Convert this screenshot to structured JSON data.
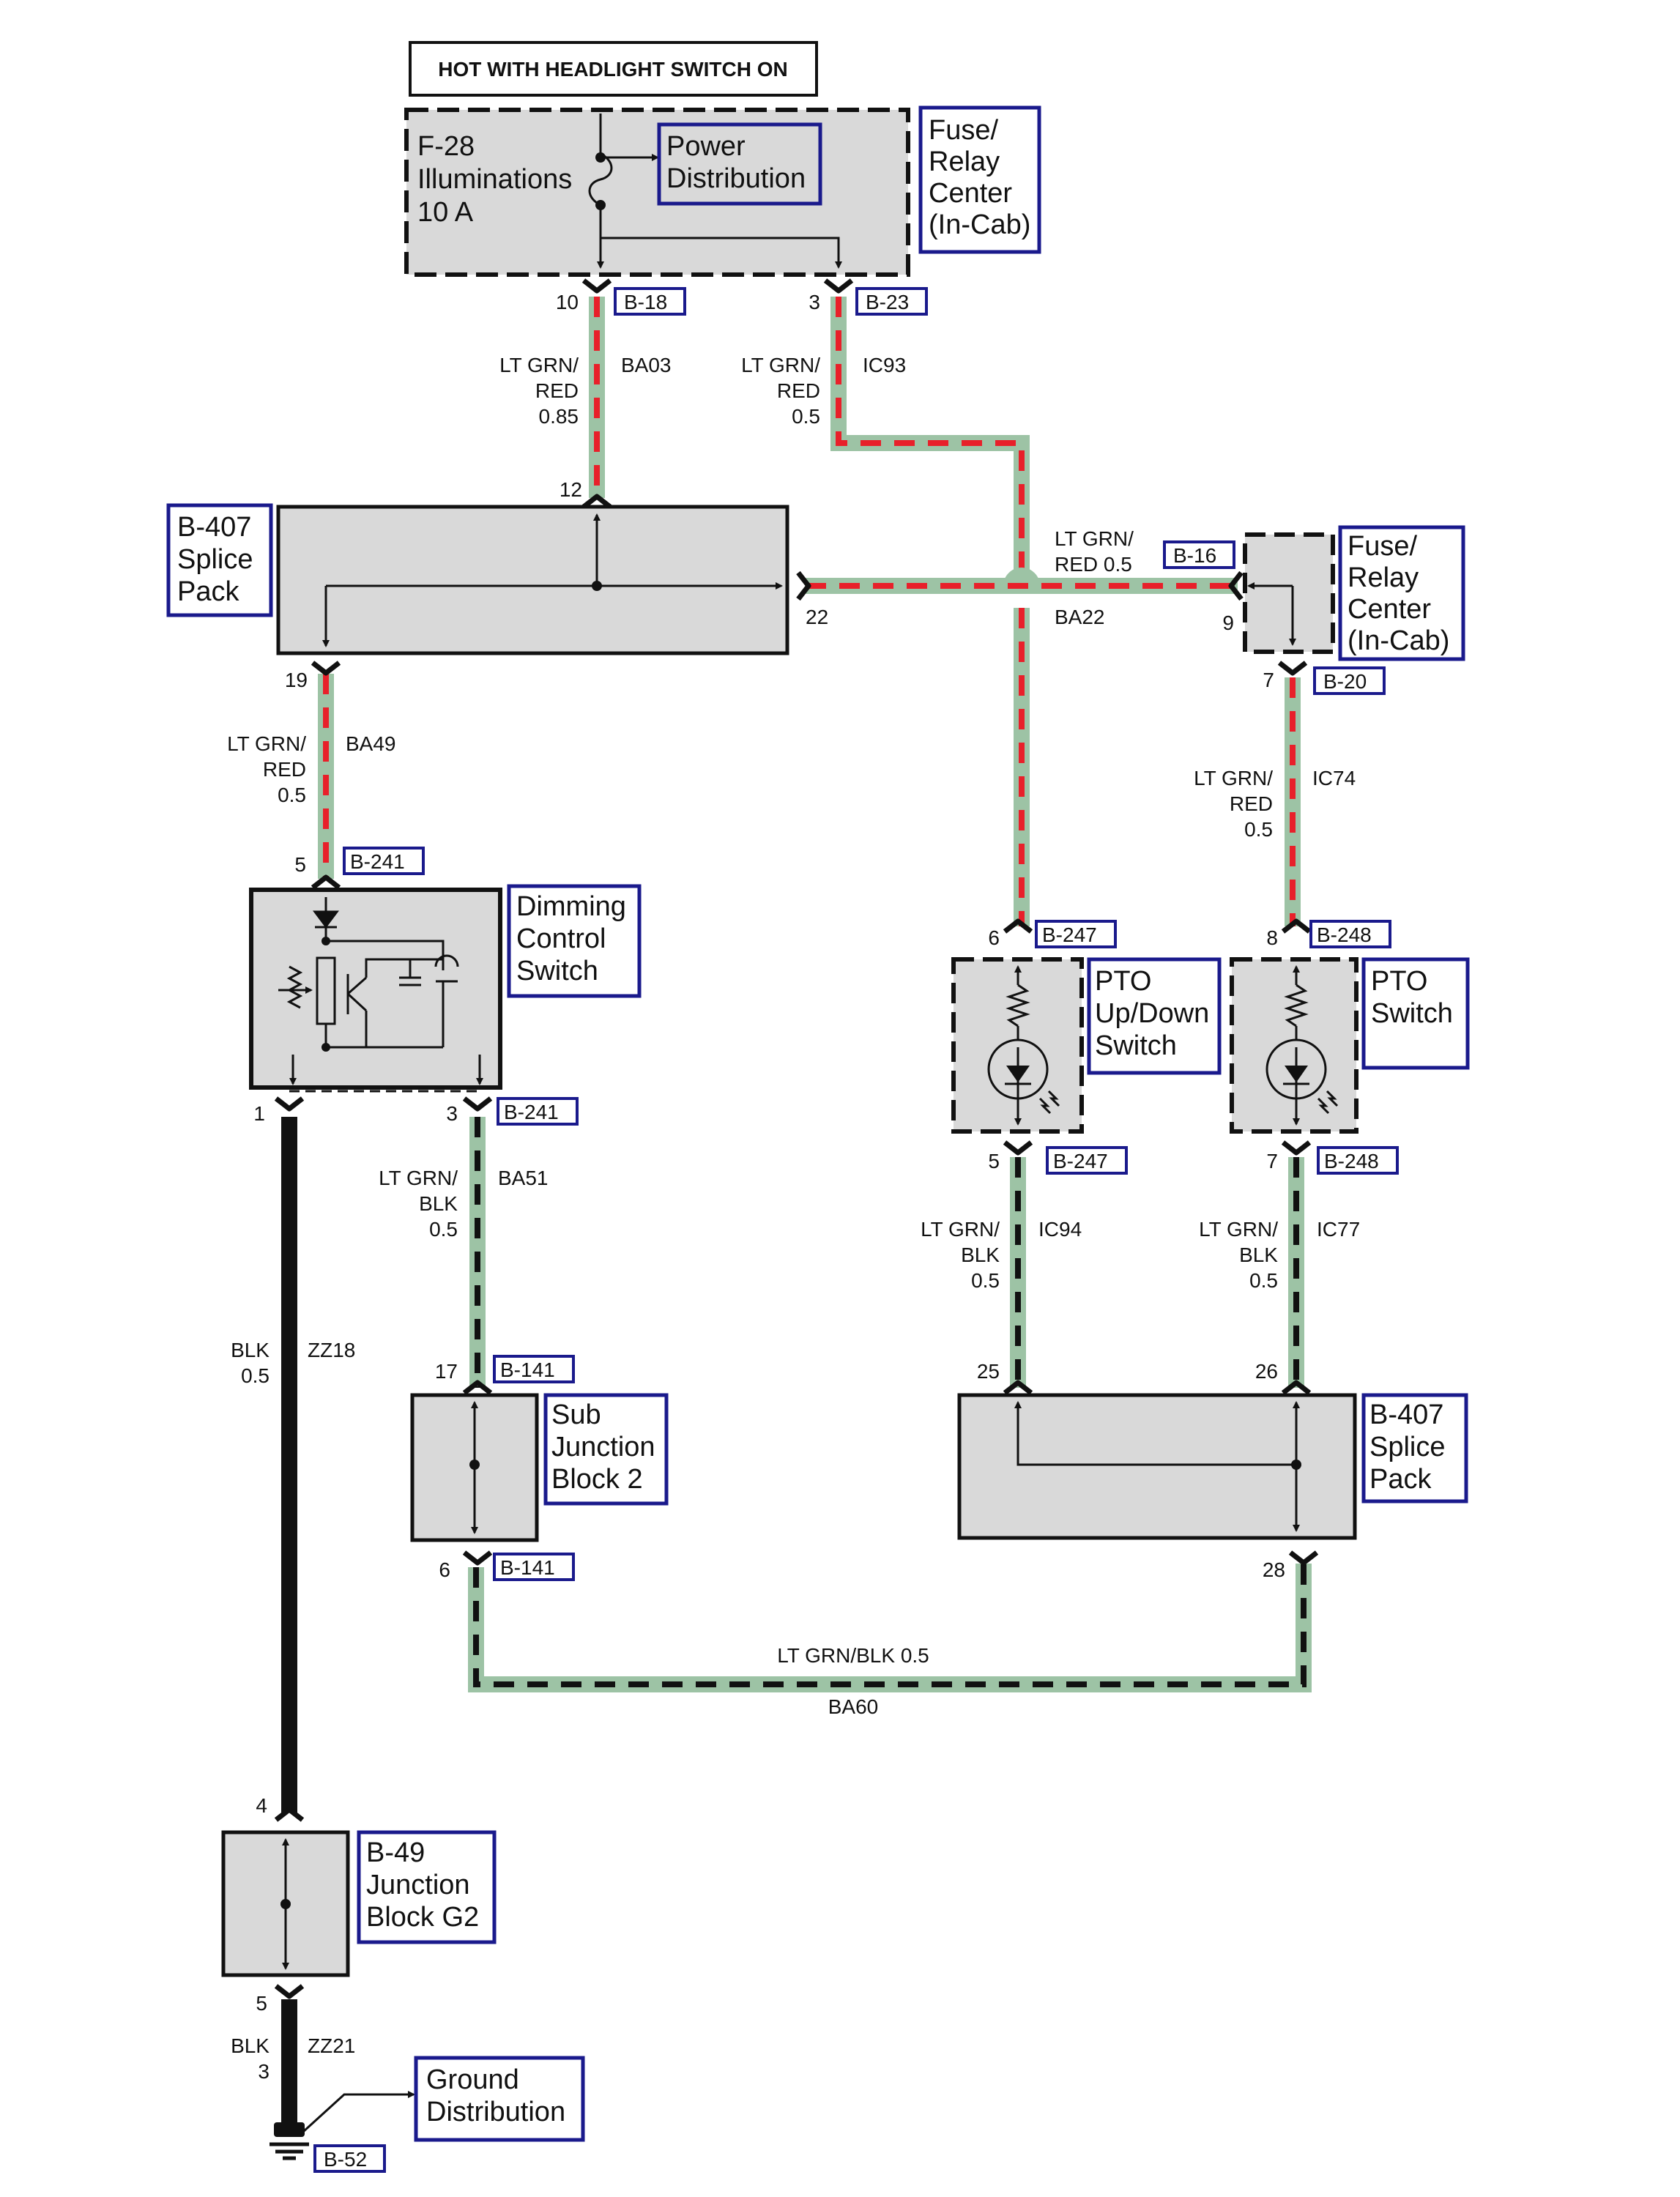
{
  "header": "HOT WITH HEADLIGHT SWITCH ON",
  "fuse": {
    "name": "F-28",
    "desc": "Illuminations",
    "rating": "10 A"
  },
  "components": {
    "power_distribution": [
      "Power",
      "Distribution"
    ],
    "fuse_relay_center_top": [
      "Fuse/",
      "Relay",
      "Center",
      "(In-Cab)"
    ],
    "splice_pack_top": [
      "B-407",
      "Splice",
      "Pack"
    ],
    "fuse_relay_center_right": [
      "Fuse/",
      "Relay",
      "Center",
      "(In-Cab)"
    ],
    "dimming_switch": [
      "Dimming",
      "Control",
      "Switch"
    ],
    "pto_updown": [
      "PTO",
      "Up/Down",
      "Switch"
    ],
    "pto_switch": [
      "PTO",
      "Switch"
    ],
    "sub_junction": [
      "Sub",
      "Junction",
      "Block 2"
    ],
    "splice_pack_bottom": [
      "B-407",
      "Splice",
      "Pack"
    ],
    "junction_g2": [
      "B-49",
      "Junction",
      "Block G2"
    ],
    "ground_distribution": [
      "Ground",
      "Distribution"
    ]
  },
  "connectors": {
    "b18": "B-18",
    "b23": "B-23",
    "b16": "B-16",
    "b20": "B-20",
    "b241a": "B-241",
    "b241b": "B-241",
    "b247a": "B-247",
    "b247b": "B-247",
    "b248a": "B-248",
    "b248b": "B-248",
    "b141a": "B-141",
    "b141b": "B-141",
    "b52": "B-52"
  },
  "pins": {
    "p10": "10",
    "p3a": "3",
    "p12": "12",
    "p22": "22",
    "p9": "9",
    "p19": "19",
    "p7a": "7",
    "p5a": "5",
    "p1": "1",
    "p3b": "3",
    "p6a": "6",
    "p8": "8",
    "p5b": "5",
    "p7b": "7",
    "p17": "17",
    "p6b": "6",
    "p25": "25",
    "p26": "26",
    "p28": "28",
    "p4": "4",
    "p5c": "5"
  },
  "wires": {
    "ba03": {
      "color": [
        "LT GRN/",
        "RED",
        "0.85"
      ],
      "circuit": "BA03"
    },
    "ic93": {
      "color": [
        "LT GRN/",
        "RED",
        "0.5"
      ],
      "circuit": "IC93"
    },
    "ba22": {
      "color": [
        "LT GRN/",
        "RED 0.5"
      ],
      "circuit": "BA22"
    },
    "ba49": {
      "color": [
        "LT GRN/",
        "RED",
        "0.5"
      ],
      "circuit": "BA49"
    },
    "ic74": {
      "color": [
        "LT GRN/",
        "RED",
        "0.5"
      ],
      "circuit": "IC74"
    },
    "ba51": {
      "color": [
        "LT GRN/",
        "BLK",
        "0.5"
      ],
      "circuit": "BA51"
    },
    "ic94": {
      "color": [
        "LT GRN/",
        "BLK",
        "0.5"
      ],
      "circuit": "IC94"
    },
    "ic77": {
      "color": [
        "LT GRN/",
        "BLK",
        "0.5"
      ],
      "circuit": "IC77"
    },
    "zz18": {
      "color": [
        "BLK",
        "0.5"
      ],
      "circuit": "ZZ18"
    },
    "ba60": {
      "color": "LT GRN/BLK 0.5",
      "circuit": "BA60"
    },
    "zz21": {
      "color": [
        "BLK",
        "3"
      ],
      "circuit": "ZZ21"
    }
  },
  "colors": {
    "wire_green": "#9dc3a5",
    "wire_red": "#e8202a",
    "wire_black": "#111111",
    "box_fill": "#d9d9d9",
    "label_border": "#1a1a8c"
  }
}
